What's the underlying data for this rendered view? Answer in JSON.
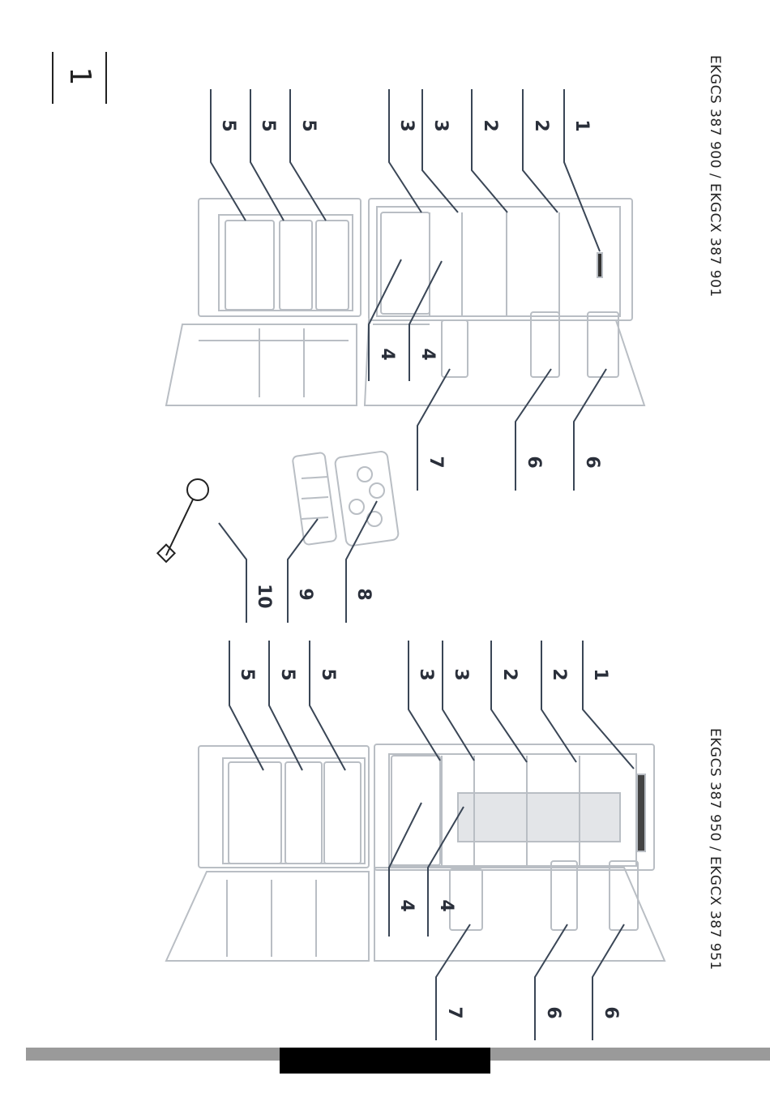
{
  "page": {
    "number": "1"
  },
  "models": {
    "top": "EKGCS 387 900 / EKGCX 387 901",
    "bottom": "EKGCS 387 950 / EKGCX 387 951"
  },
  "labels": {
    "top": [
      "1",
      "2",
      "2",
      "3",
      "3",
      "5",
      "5",
      "5",
      "4",
      "4",
      "6",
      "6",
      "7"
    ],
    "accessories": [
      "10",
      "9",
      "8"
    ],
    "bottom": [
      "1",
      "2",
      "2",
      "3",
      "3",
      "5",
      "5",
      "5",
      "4",
      "4",
      "6",
      "6",
      "7"
    ]
  },
  "colors": {
    "leader": "#3a4656",
    "outline": "#b9bec4",
    "footer_gray": "#9a9a9a",
    "footer_black": "#000000"
  }
}
